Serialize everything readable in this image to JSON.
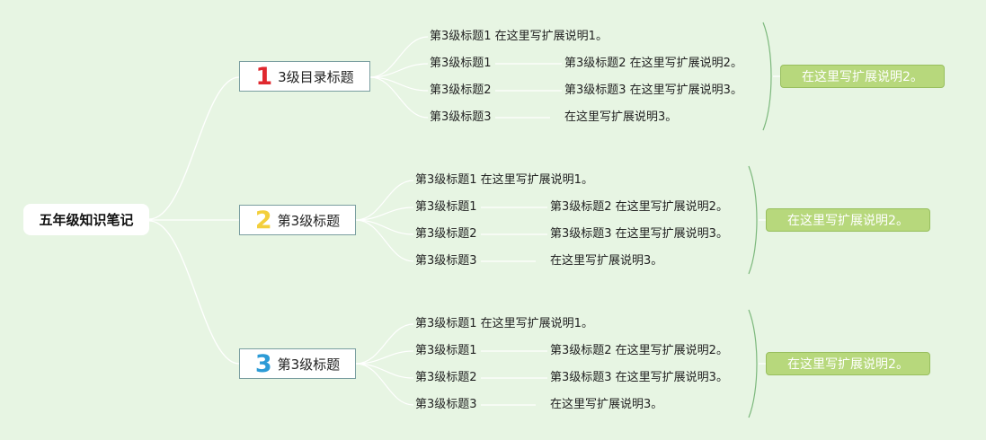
{
  "root": {
    "label": "五年级知识笔记"
  },
  "colors": {
    "background": "#e7f5e3",
    "num1": "#e0282e",
    "num2": "#f3cf3c",
    "num3": "#2c9bd6",
    "summary_fill": "#b7d87c",
    "bracket": "#7cb87c"
  },
  "branches": [
    {
      "number": "1",
      "number_icon": "number-1-icon",
      "label": "3级目录标题",
      "items": [
        {
          "title": "第3级标题1 在这里写扩展说明1。"
        },
        {
          "title": "第3级标题1",
          "detail": "第3级标题2 在这里写扩展说明2。"
        },
        {
          "title": "第3级标题2",
          "detail": "第3级标题3 在这里写扩展说明3。"
        },
        {
          "title": "第3级标题3",
          "detail": "在这里写扩展说明3。"
        }
      ],
      "summary": "在这里写扩展说明2。"
    },
    {
      "number": "2",
      "number_icon": "number-2-icon",
      "label": "第3级标题",
      "items": [
        {
          "title": "第3级标题1 在这里写扩展说明1。"
        },
        {
          "title": "第3级标题1",
          "detail": "第3级标题2 在这里写扩展说明2。"
        },
        {
          "title": "第3级标题2",
          "detail": "第3级标题3 在这里写扩展说明3。"
        },
        {
          "title": "第3级标题3",
          "detail": "在这里写扩展说明3。"
        }
      ],
      "summary": "在这里写扩展说明2。"
    },
    {
      "number": "3",
      "number_icon": "number-3-icon",
      "label": "第3级标题",
      "items": [
        {
          "title": "第3级标题1 在这里写扩展说明1。"
        },
        {
          "title": "第3级标题1",
          "detail": "第3级标题2 在这里写扩展说明2。"
        },
        {
          "title": "第3级标题2",
          "detail": "第3级标题3 在这里写扩展说明3。"
        },
        {
          "title": "第3级标题3",
          "detail": "在这里写扩展说明3。"
        }
      ],
      "summary": "在这里写扩展说明2。"
    }
  ]
}
